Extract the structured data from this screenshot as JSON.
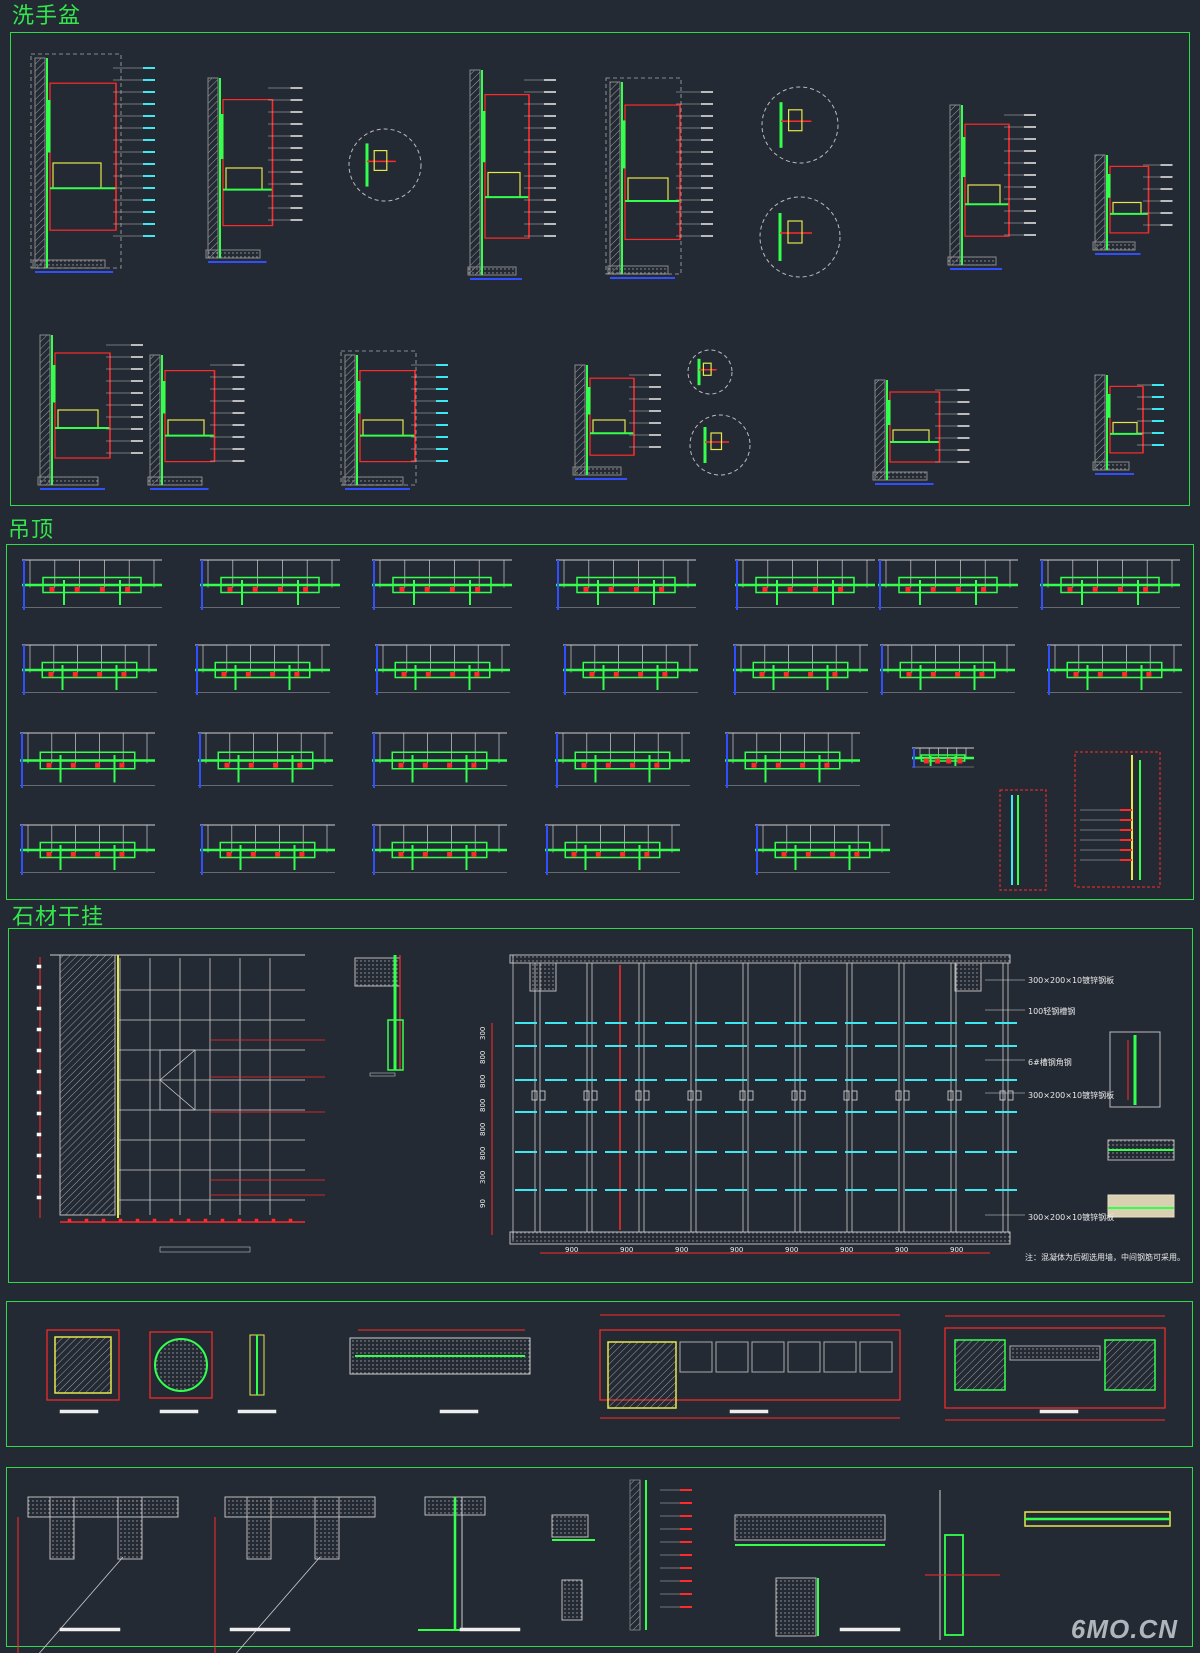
{
  "sections": {
    "basin": {
      "title": "洗手盆"
    },
    "ceiling": {
      "title": "吊顶"
    },
    "stone": {
      "title": "石材干挂"
    }
  },
  "stone_elevation": {
    "labels": [
      "300×200×10镀锌钢板",
      "100轻钢槽钢",
      "6#槽钢角钢",
      "300×200×10镀锌钢板",
      "300×200×10镀锌钢板"
    ],
    "note": "注：混凝体为后砌选用墙，中间钢筋可采用。",
    "dims_bottom": [
      "900",
      "900",
      "900",
      "900",
      "900",
      "900",
      "900",
      "900"
    ],
    "dims_left": [
      "300",
      "800",
      "800",
      "800",
      "800",
      "800",
      "300",
      "90"
    ]
  },
  "colors": {
    "background": "#242a33",
    "frame": "#2fd94a",
    "green": "#33ff4d",
    "red": "#ff2a2a",
    "cyan": "#3ee8f0",
    "yellow": "#e6e64d",
    "white": "#d9d9d9",
    "blue": "#3050ff"
  },
  "watermark": "6MO.CN"
}
